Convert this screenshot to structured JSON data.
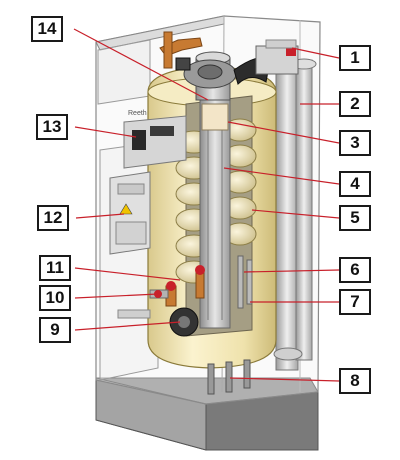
{
  "diagram": {
    "brand_text": "Reeth",
    "leader_color": "#c8202a",
    "callouts": [
      "1",
      "2",
      "3",
      "4",
      "5",
      "6",
      "7",
      "8",
      "9",
      "10",
      "11",
      "12",
      "13",
      "14"
    ]
  }
}
